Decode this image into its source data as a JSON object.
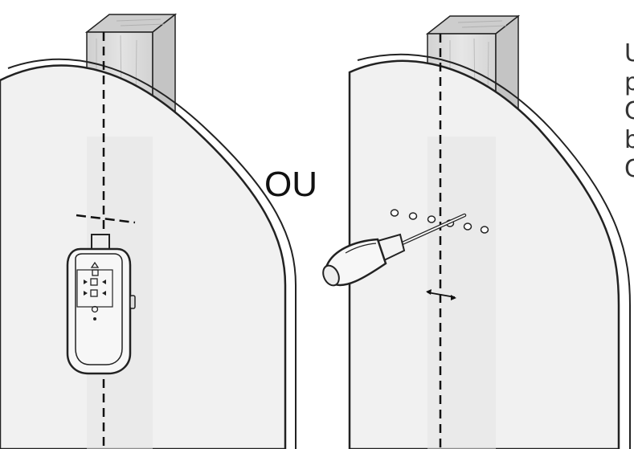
{
  "diagram": {
    "or_label": "OU",
    "right_edge_text_fragments": [
      "U",
      "p",
      "C",
      "b",
      "C"
    ],
    "panels": [
      {
        "id": "left",
        "method": "electronic-stud-finder",
        "stud_finder_icons": [
          "arrow-up",
          "arrow-right-square-arrow-left",
          "arrow-right-square-arrow-left",
          "circle",
          "dot"
        ]
      },
      {
        "id": "right",
        "method": "screwdriver-probe-holes",
        "probe_hole_count": 6
      }
    ],
    "colors": {
      "line": "#222222",
      "wall": "#f1f1f1",
      "stud_front": "#d9d9d9",
      "stud_top": "#cdcdcd",
      "background": "#ffffff"
    }
  }
}
